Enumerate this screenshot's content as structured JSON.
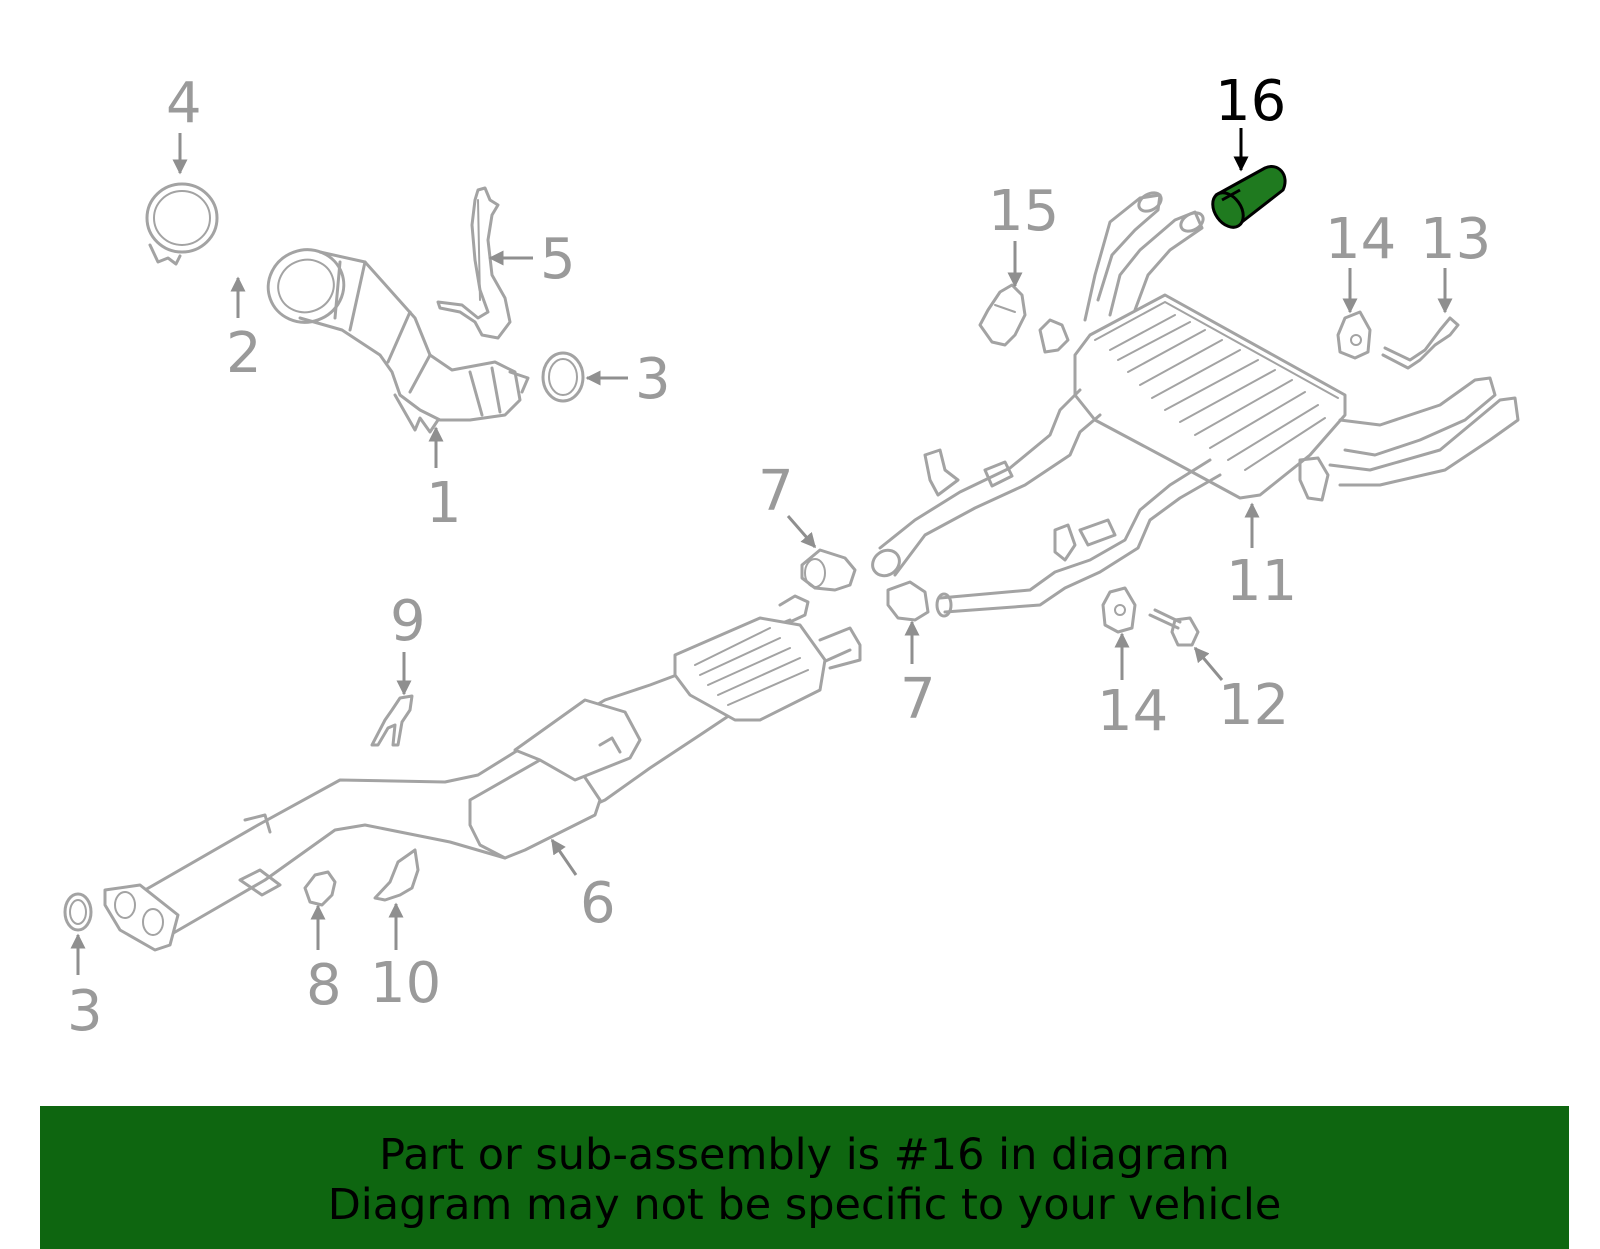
{
  "highlight_color": "#1f7a1f",
  "banner_color": "#0e6610",
  "highlighted_part": "16",
  "labels": {
    "p1": "1",
    "p2": "2",
    "p3a": "3",
    "p3b": "3",
    "p4": "4",
    "p5": "5",
    "p6": "6",
    "p7a": "7",
    "p7b": "7",
    "p8": "8",
    "p9": "9",
    "p10": "10",
    "p11": "11",
    "p12": "12",
    "p13": "13",
    "p14a": "14",
    "p14b": "14",
    "p15": "15",
    "p16": "16"
  },
  "banner": {
    "line1": "Part or sub-assembly is #16 in diagram",
    "line2": "Diagram may not be specific to your vehicle"
  }
}
